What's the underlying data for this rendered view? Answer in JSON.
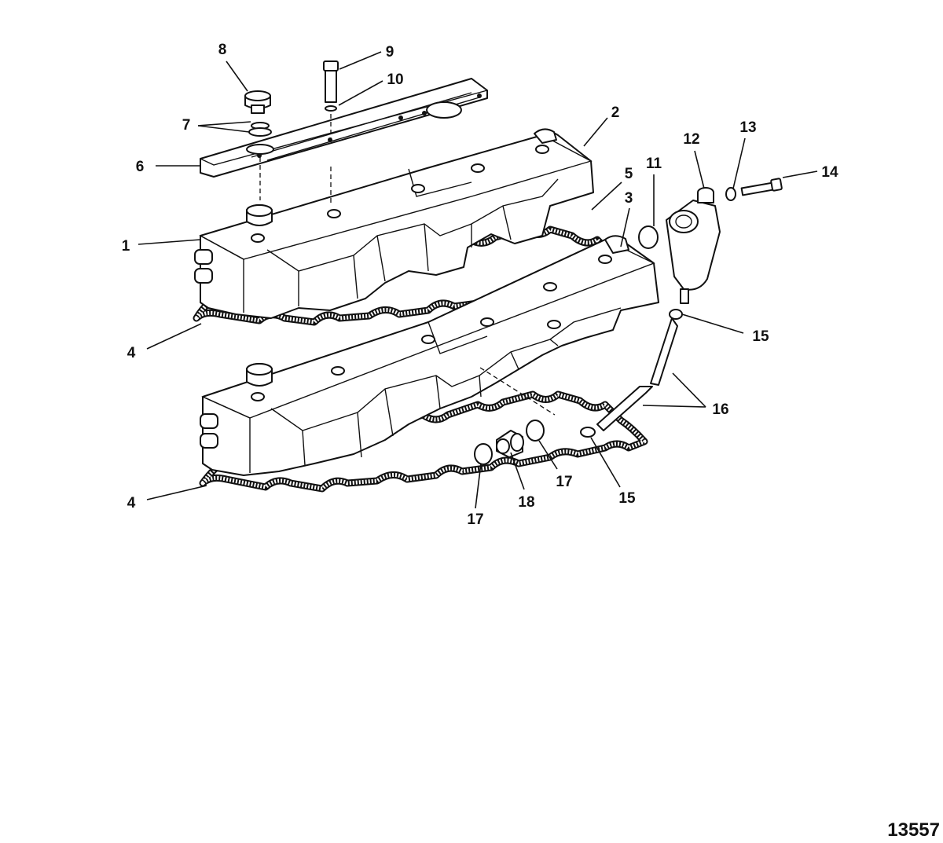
{
  "diagram": {
    "figure_number": "13557",
    "callouts": [
      {
        "id": "c8",
        "label": "8"
      },
      {
        "id": "c9",
        "label": "9"
      },
      {
        "id": "c10",
        "label": "10"
      },
      {
        "id": "c7",
        "label": "7"
      },
      {
        "id": "c2",
        "label": "2"
      },
      {
        "id": "c6",
        "label": "6"
      },
      {
        "id": "c5",
        "label": "5"
      },
      {
        "id": "c11",
        "label": "11"
      },
      {
        "id": "c12",
        "label": "12"
      },
      {
        "id": "c13",
        "label": "13"
      },
      {
        "id": "c14",
        "label": "14"
      },
      {
        "id": "c3",
        "label": "3"
      },
      {
        "id": "c1",
        "label": "1"
      },
      {
        "id": "c15a",
        "label": "15"
      },
      {
        "id": "c4a",
        "label": "4"
      },
      {
        "id": "c16",
        "label": "16"
      },
      {
        "id": "c17a",
        "label": "17"
      },
      {
        "id": "c15b",
        "label": "15"
      },
      {
        "id": "c4b",
        "label": "4"
      },
      {
        "id": "c17b",
        "label": "17"
      },
      {
        "id": "c18",
        "label": "18"
      }
    ]
  }
}
